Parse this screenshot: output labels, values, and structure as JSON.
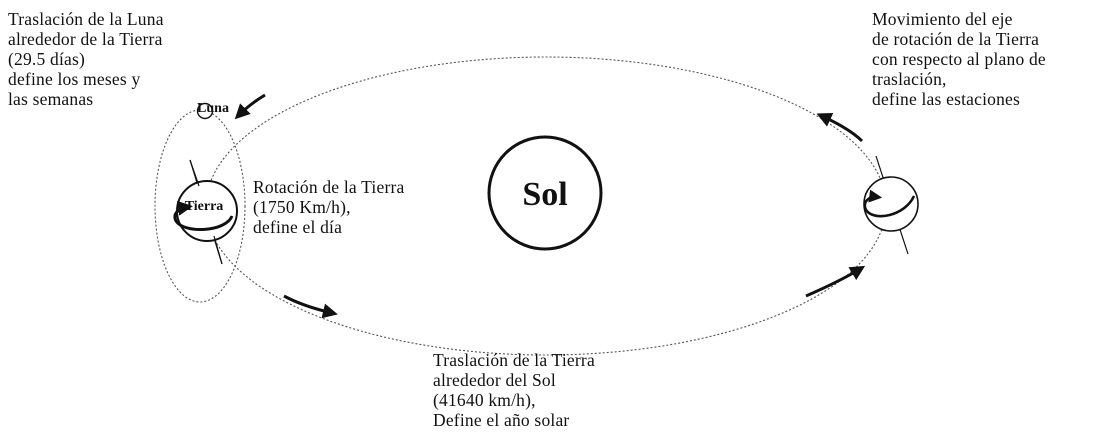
{
  "colors": {
    "ink": "#111111",
    "orbit": "#555555",
    "background": "#ffffff"
  },
  "labels": {
    "sun": "Sol",
    "moon": "Luna",
    "earth": "Tierra"
  },
  "captions": {
    "moon_translation": [
      "Traslación de la Luna",
      "alrededor de la Tierra",
      "(29.5 días)",
      "define los meses y",
      "las semanas"
    ],
    "axis_motion": [
      "Movimiento del eje",
      "de rotación de la Tierra",
      "con respecto al plano de",
      "traslación,",
      "define las estaciones"
    ],
    "earth_rotation": [
      "Rotación de la Tierra",
      "(1750 Km/h),",
      "define el día"
    ],
    "earth_translation": [
      "Traslación de la Tierra",
      "alrededor del Sol",
      "(41640 km/h),",
      "Define el año solar"
    ]
  },
  "icons": [
    "orbit-arrow-icon",
    "rotation-arrow-icon",
    "earth-axis-icon"
  ]
}
